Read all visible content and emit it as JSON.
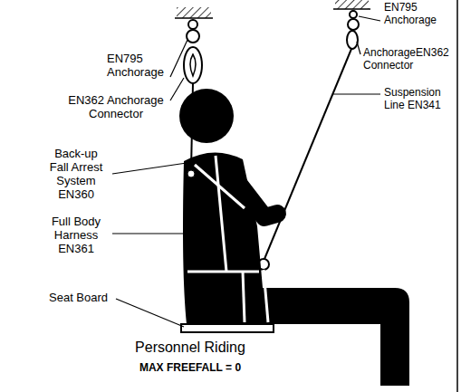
{
  "diagram": {
    "caption": "Personnel Riding",
    "labels": [
      "EN795 Anchorage",
      "EN362 Anchorage Connector",
      "Back-up Fall Arrest System EN360",
      "Full Body Harness EN361",
      "Seat Board",
      "EN795 Anchorage",
      "AnchorageEN362 Connector",
      "Suspension Line EN341",
      "MAX FREEFALL = 0"
    ]
  }
}
